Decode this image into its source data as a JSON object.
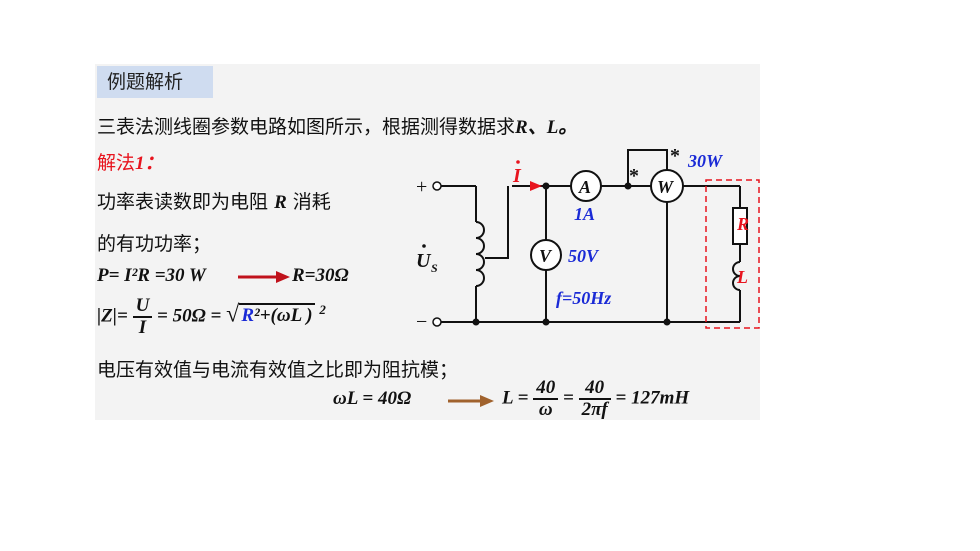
{
  "heading": "例题解析",
  "problem": "三表法测线圈参数电路如图所示，根据测得数据求",
  "problem_vars": "R、L。",
  "method_label": "解法",
  "method_num": "1：",
  "explain_1a": "功率表读数即为电阻",
  "explain_1b": "R",
  "explain_1c": "消耗",
  "explain_2": "的有功功率；",
  "eq_power": "P= I²R =30 W",
  "eq_power_result": "R=30Ω",
  "eq_z_left": "|Z|=",
  "eq_z_num": "U",
  "eq_z_den": "I",
  "eq_z_mid": "= 50Ω =",
  "eq_z_sqrt_r": "R",
  "eq_z_sqrt_rest": "²+(ωL )",
  "eq_z_sqrt_exp": "2",
  "explain_3": "电压有效值与电流有效值之比即为阻抗模；",
  "eq_wl": "ωL = 40Ω",
  "eq_l_label": "L =",
  "eq_l_num1": "40",
  "eq_l_den1": "ω",
  "eq_l_eq": "=",
  "eq_l_num2": "40",
  "eq_l_den2": "2πf",
  "eq_l_result": "= 127mH",
  "circuit": {
    "plus": "+",
    "minus": "−",
    "source": "U",
    "source_sub": "S",
    "current": "I",
    "ammeter": "A",
    "ammeter_reading": "1A",
    "wattmeter": "W",
    "wattmeter_reading": "30W",
    "voltmeter": "V",
    "voltmeter_reading": "50V",
    "freq": "f=50Hz",
    "star1": "*",
    "star2": "*",
    "resistor": "R",
    "inductor": "L"
  },
  "colors": {
    "red": "#e8141e",
    "blue": "#1a2ad6",
    "brown_arrow": "#a0622d"
  }
}
